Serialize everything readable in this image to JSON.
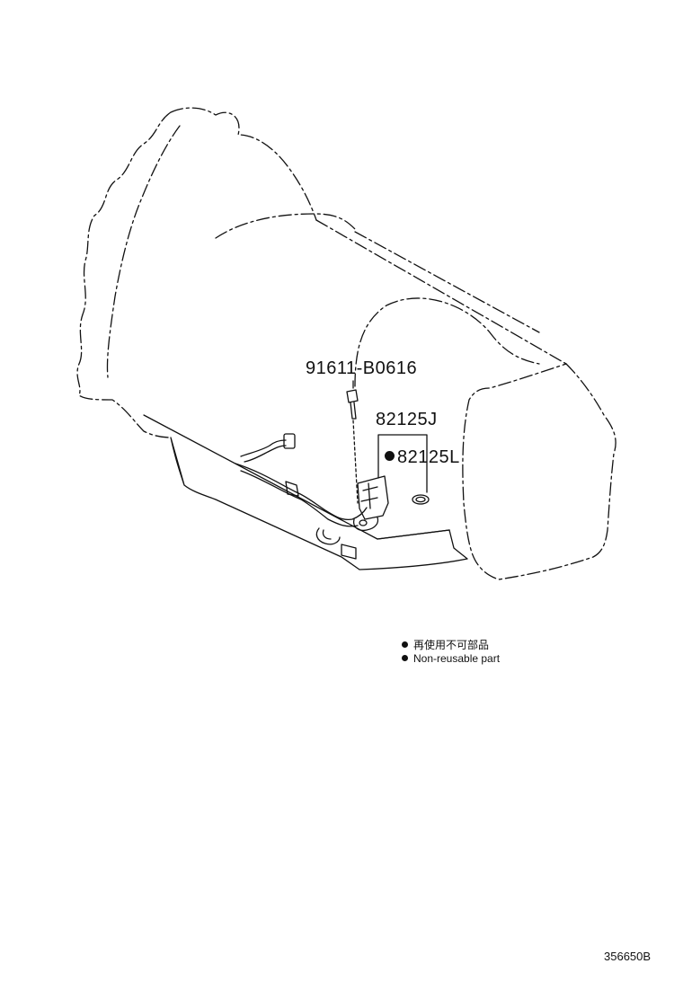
{
  "parts": {
    "bolt": "91611-B0616",
    "sensor": "82125J",
    "gasket": "82125L"
  },
  "legend": {
    "jp": "再使用不可部品",
    "en": "Non-reusable part"
  },
  "ref_code": "356650B",
  "colors": {
    "ink": "#111111",
    "background": "#ffffff"
  }
}
